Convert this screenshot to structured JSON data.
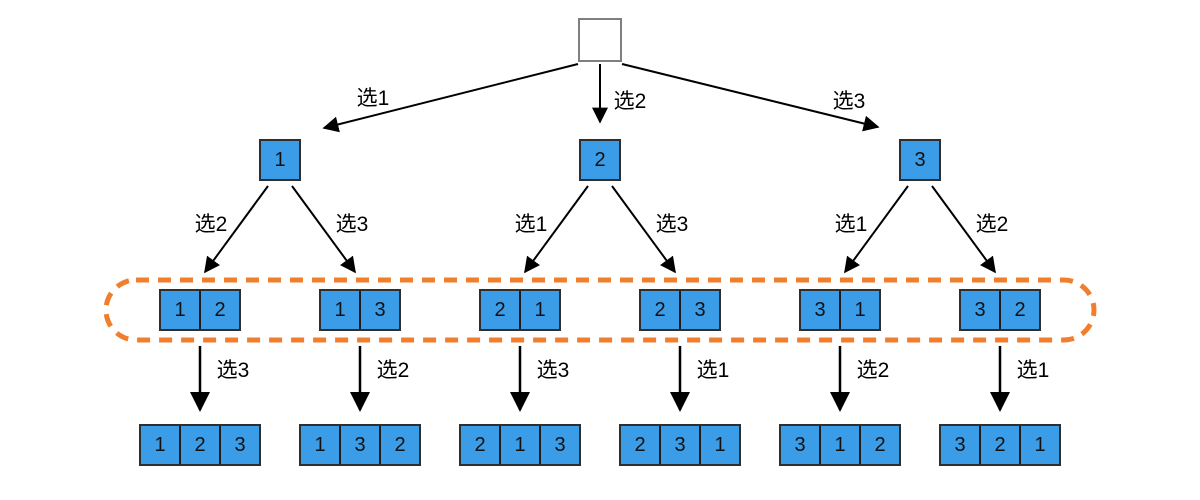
{
  "diagram_type": "permutation-backtracking-tree",
  "colors": {
    "node_fill": "#3b9ce8",
    "node_border": "#2e2e2e",
    "root_fill": "#ffffff",
    "root_border": "#7f7f7f",
    "arrow": "#000000",
    "dashed_frame": "#f07e2d",
    "background": "#ffffff",
    "text": "#000000"
  },
  "tree": {
    "root": {
      "value": ""
    },
    "level1": {
      "nodes": [
        {
          "value": "1",
          "edge_label": "选1"
        },
        {
          "value": "2",
          "edge_label": "选2"
        },
        {
          "value": "3",
          "edge_label": "选3"
        }
      ]
    },
    "level2": {
      "nodes": [
        {
          "cells": [
            "1",
            "2"
          ],
          "edge_label": "选2"
        },
        {
          "cells": [
            "1",
            "3"
          ],
          "edge_label": "选3"
        },
        {
          "cells": [
            "2",
            "1"
          ],
          "edge_label": "选1"
        },
        {
          "cells": [
            "2",
            "3"
          ],
          "edge_label": "选3"
        },
        {
          "cells": [
            "3",
            "1"
          ],
          "edge_label": "选1"
        },
        {
          "cells": [
            "3",
            "2"
          ],
          "edge_label": "选2"
        }
      ]
    },
    "level3": {
      "nodes": [
        {
          "cells": [
            "1",
            "2",
            "3"
          ],
          "edge_label": "选3"
        },
        {
          "cells": [
            "1",
            "3",
            "2"
          ],
          "edge_label": "选2"
        },
        {
          "cells": [
            "2",
            "1",
            "3"
          ],
          "edge_label": "选3"
        },
        {
          "cells": [
            "2",
            "3",
            "1"
          ],
          "edge_label": "选1"
        },
        {
          "cells": [
            "3",
            "1",
            "2"
          ],
          "edge_label": "选2"
        },
        {
          "cells": [
            "3",
            "2",
            "1"
          ],
          "edge_label": "选1"
        }
      ]
    }
  }
}
